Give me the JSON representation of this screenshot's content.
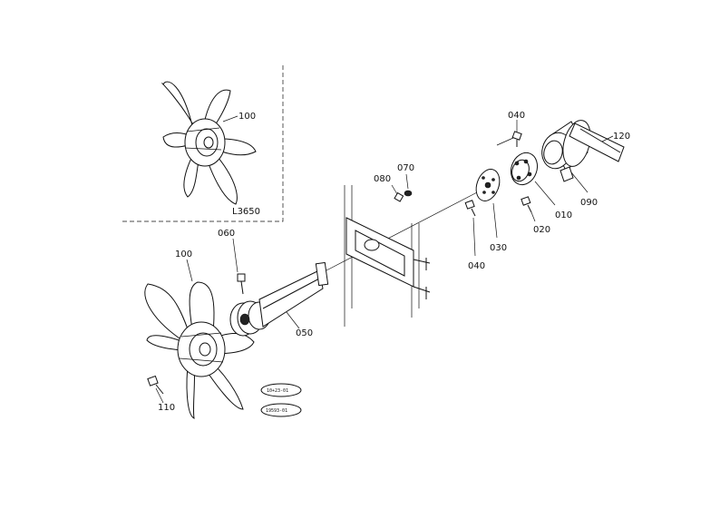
{
  "diagram": {
    "inset_ref": "L3650",
    "labels": {
      "p100_inset": "100",
      "p100": "100",
      "p110": "110",
      "p060": "060",
      "p050": "050",
      "p080": "080",
      "p070": "070",
      "p040_top": "040",
      "p040_bottom": "040",
      "p030": "030",
      "p020": "020",
      "p010": "010",
      "p090": "090",
      "p120": "120"
    },
    "stamps": {
      "stamp_top": "10+23-01",
      "stamp_bottom": "19593-01"
    }
  }
}
